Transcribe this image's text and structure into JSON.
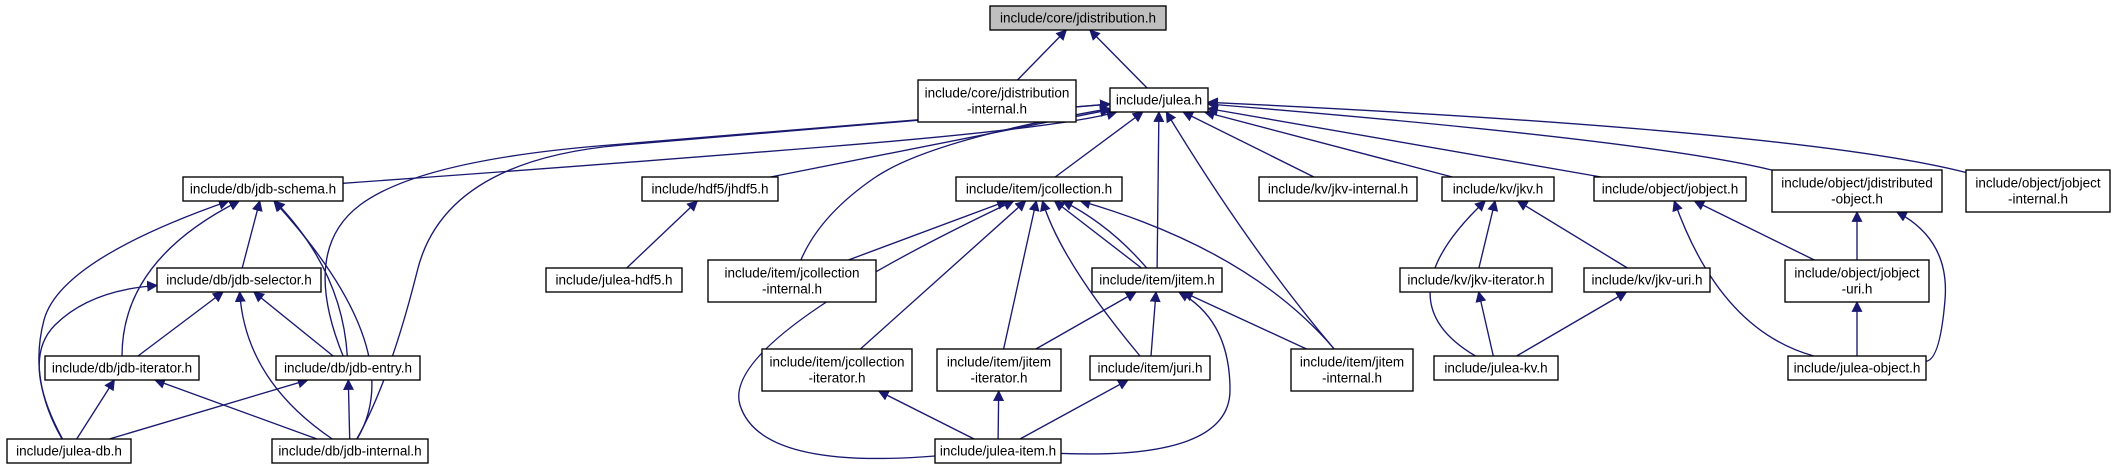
{
  "colors": {
    "edge": "#191970",
    "node_fill": "#ffffff",
    "highlight_fill": "#bfbfbf",
    "border": "#000000"
  },
  "nodes": {
    "jdistribution": {
      "lines": [
        "include/core/jdistribution.h"
      ],
      "highlight": true
    },
    "jdistribution_internal": {
      "lines": [
        "include/core/jdistribution",
        "-internal.h"
      ]
    },
    "julea": {
      "lines": [
        "include/julea.h"
      ]
    },
    "jdb_schema": {
      "lines": [
        "include/db/jdb-schema.h"
      ]
    },
    "jhdf5": {
      "lines": [
        "include/hdf5/jhdf5.h"
      ]
    },
    "jcollection": {
      "lines": [
        "include/item/jcollection.h"
      ]
    },
    "jkv_internal": {
      "lines": [
        "include/kv/jkv-internal.h"
      ]
    },
    "jkv": {
      "lines": [
        "include/kv/jkv.h"
      ]
    },
    "jobject": {
      "lines": [
        "include/object/jobject.h"
      ]
    },
    "jdistributed_object": {
      "lines": [
        "include/object/jdistributed",
        "-object.h"
      ]
    },
    "jobject_internal": {
      "lines": [
        "include/object/jobject",
        "-internal.h"
      ]
    },
    "jdb_selector": {
      "lines": [
        "include/db/jdb-selector.h"
      ]
    },
    "julea_hdf5": {
      "lines": [
        "include/julea-hdf5.h"
      ]
    },
    "jcollection_internal": {
      "lines": [
        "include/item/jcollection",
        "-internal.h"
      ]
    },
    "jitem": {
      "lines": [
        "include/item/jitem.h"
      ]
    },
    "jkv_iterator": {
      "lines": [
        "include/kv/jkv-iterator.h"
      ]
    },
    "jkv_uri": {
      "lines": [
        "include/kv/jkv-uri.h"
      ]
    },
    "jobject_uri": {
      "lines": [
        "include/object/jobject",
        "-uri.h"
      ]
    },
    "jdb_iterator": {
      "lines": [
        "include/db/jdb-iterator.h"
      ]
    },
    "jdb_entry": {
      "lines": [
        "include/db/jdb-entry.h"
      ]
    },
    "jcollection_iterator": {
      "lines": [
        "include/item/jcollection",
        "-iterator.h"
      ]
    },
    "jitem_iterator": {
      "lines": [
        "include/item/jitem",
        "-iterator.h"
      ]
    },
    "juri": {
      "lines": [
        "include/item/juri.h"
      ]
    },
    "jitem_internal": {
      "lines": [
        "include/item/jitem",
        "-internal.h"
      ]
    },
    "julea_kv": {
      "lines": [
        "include/julea-kv.h"
      ]
    },
    "julea_object": {
      "lines": [
        "include/julea-object.h"
      ]
    },
    "julea_db": {
      "lines": [
        "include/julea-db.h"
      ]
    },
    "jdb_internal": {
      "lines": [
        "include/db/jdb-internal.h"
      ]
    },
    "julea_item": {
      "lines": [
        "include/julea-item.h"
      ]
    }
  }
}
